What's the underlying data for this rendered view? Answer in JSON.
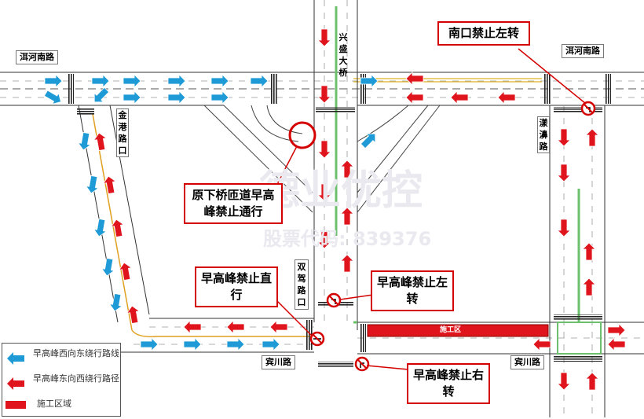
{
  "roads": {
    "erhe_south_left": "洱河南路",
    "erhe_south_right": "洱河南路",
    "jingang": "金港路口",
    "xingsheng": "兴盛大桥",
    "yangchi": "漾濞路",
    "shuangjia": "双驾路口",
    "binchuan_left": "宾川路",
    "binchuan_right": "宾川路",
    "construction_label": "施工区"
  },
  "callouts": {
    "south_no_left": "南口禁止左转",
    "ramp_closed": "原下桥匝道早高峰禁止通行",
    "peak_no_straight": "早高峰禁止直行",
    "peak_no_left": "早高峰禁止左转",
    "peak_no_right": "早高峰禁止右转"
  },
  "watermark": {
    "main": "德业优控",
    "code": "股票代码: 839376"
  },
  "legend": {
    "items": [
      {
        "label": "早高峰西向东绕行路线",
        "color": "#1e9ad6"
      },
      {
        "label": "早高峰东向西绕行路径",
        "color": "#e0141c"
      },
      {
        "label": "施工区域",
        "color": "#e0141c"
      }
    ]
  },
  "colors": {
    "detour_west_to_east": "#1e9ad6",
    "detour_east_to_west": "#e0141c",
    "construction": "#e0141c",
    "median": "#6cc06c",
    "route_line": "#e0a020"
  }
}
